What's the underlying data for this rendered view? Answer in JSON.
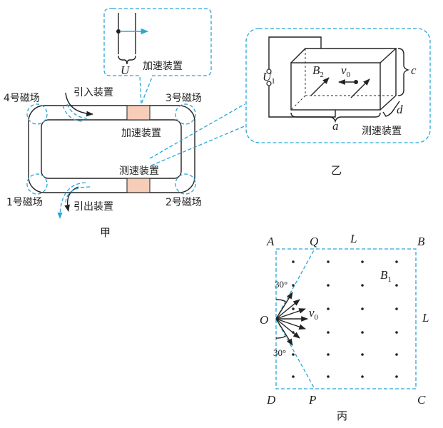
{
  "jia": {
    "caption": "甲",
    "magnet1": "1号磁场",
    "magnet2": "2号磁场",
    "magnet3": "3号磁场",
    "magnet4": "4号磁场",
    "inject": "引入装置",
    "extract": "引出装置",
    "accel": "加速装置",
    "speed": "测速装置",
    "callout_voltage": "U",
    "callout_label": "加速装置"
  },
  "yi": {
    "caption": "乙",
    "voltage": "U",
    "voltage_sub": "1",
    "field": "B",
    "field_sub": "2",
    "velocity": "v",
    "velocity_sub": "0",
    "dim_a": "a",
    "dim_c": "c",
    "dim_d": "d",
    "label": "测速装置"
  },
  "bing": {
    "caption": "丙",
    "A": "A",
    "B": "B",
    "C": "C",
    "D": "D",
    "O": "O",
    "P": "P",
    "Q": "Q",
    "L_top": "L",
    "L_right": "L",
    "field": "B",
    "field_sub": "1",
    "velocity": "v",
    "velocity_sub": "0",
    "angle_top": "30°",
    "angle_bottom": "30°"
  },
  "colors": {
    "accent": "#29a6d8",
    "gap_fill": "#f6cdb8",
    "ink": "#222222"
  }
}
